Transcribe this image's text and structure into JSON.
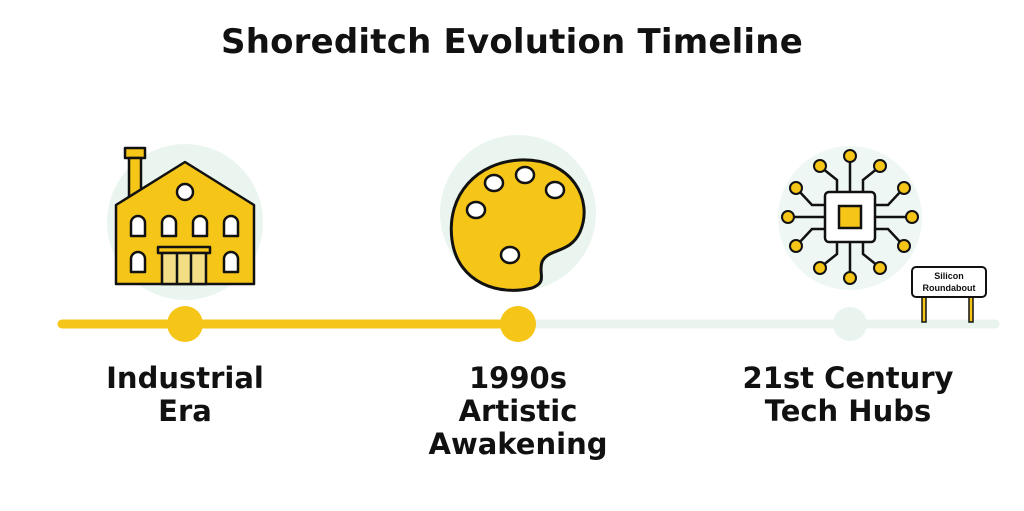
{
  "title": "Shoreditch Evolution Timeline",
  "colors": {
    "accent": "#F5C518",
    "accent_muted": "#F3DE86",
    "inactive": "#E9F4EF",
    "ink": "#111111"
  },
  "milestones": [
    {
      "line1": "Industrial",
      "line2": "Era",
      "icon": "factory-icon",
      "state": "reached"
    },
    {
      "line1": "1990s",
      "line2": "Artistic",
      "line3": "Awakening",
      "icon": "paint-palette-icon",
      "state": "current"
    },
    {
      "line1": "21st Century",
      "line2": "Tech Hubs",
      "icon": "circuit-chip-icon",
      "state": "upcoming"
    }
  ],
  "signpost": {
    "line1": "Silicon",
    "line2": "Roundabout"
  }
}
